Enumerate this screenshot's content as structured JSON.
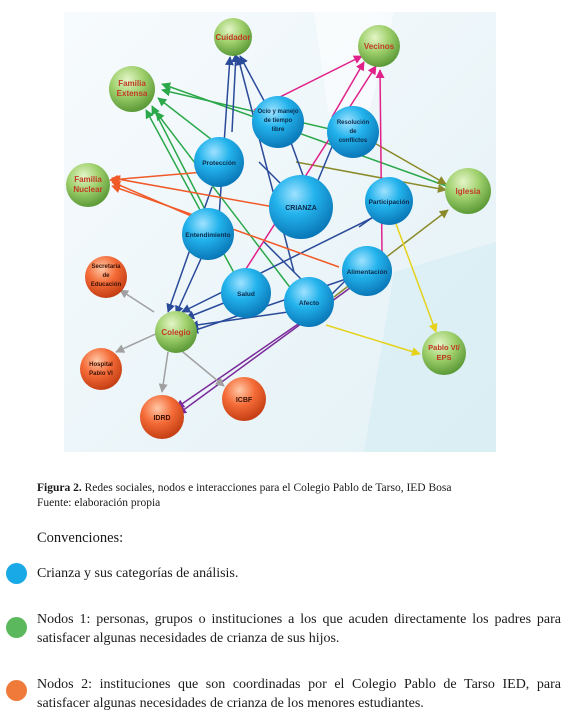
{
  "figure": {
    "nodes": {
      "cuidador": "Cuidador",
      "vecinos": "Vecinos",
      "familia_extensa": [
        "Familia",
        "Extensa"
      ],
      "familia_nuclear": [
        "Familia",
        "Nuclear"
      ],
      "iglesia": "Iglesia",
      "ocio": [
        "Ocio y manejo",
        "de tiempo",
        "libre"
      ],
      "resolucion": [
        "Resolución",
        "de",
        "conflictos"
      ],
      "proteccion": "Protección",
      "crianza": "CRIANZA",
      "participacion": "Participación",
      "entendimiento": "Entendimiento",
      "alimentacion": "Alimentación",
      "salud": "Salud",
      "afecto": "Afecto",
      "secretaria": [
        "Secretaría",
        "de",
        "Educación"
      ],
      "colegio": "Colegio",
      "hospital": [
        "Hospital",
        "Pablo VI"
      ],
      "pablo_eps": [
        "Pablo VI/",
        "EPS"
      ],
      "icbf": "ICBF",
      "idrd": "IDRD"
    },
    "colors": {
      "blue": "#1aa8e0",
      "green": "#8cc461",
      "orange": "#f26a3b",
      "green_text": "#c13a26",
      "edge_green": "#2aa84a",
      "edge_blue": "#2a4a9a",
      "edge_magenta": "#e0218a",
      "edge_purple": "#7a2a9a",
      "edge_orange": "#f05a28",
      "edge_yellow": "#f2e02a",
      "edge_olive": "#8a8a2a",
      "edge_gray": "#b0b0b0"
    }
  },
  "caption": {
    "label": "Figura 2.",
    "text": " Redes sociales, nodos e interacciones para el Colegio Pablo de Tarso, IED Bosa",
    "source": "Fuente: elaboración propia"
  },
  "conventions": {
    "title": "Convenciones:",
    "items": [
      {
        "color": "#19a9e6",
        "text": "Crianza y sus categorías de análisis."
      },
      {
        "color": "#5cb85c",
        "text": "Nodos 1: personas, grupos o instituciones a los que acuden directamente los padres para satisfacer algunas necesidades de crianza de sus hijos."
      },
      {
        "color": "#f07a3a",
        "text": "Nodos 2: instituciones que son coordinadas por el Colegio Pablo de Tarso IED, para satisfacer algunas necesidades de crianza de los menores estudiantes."
      }
    ]
  }
}
